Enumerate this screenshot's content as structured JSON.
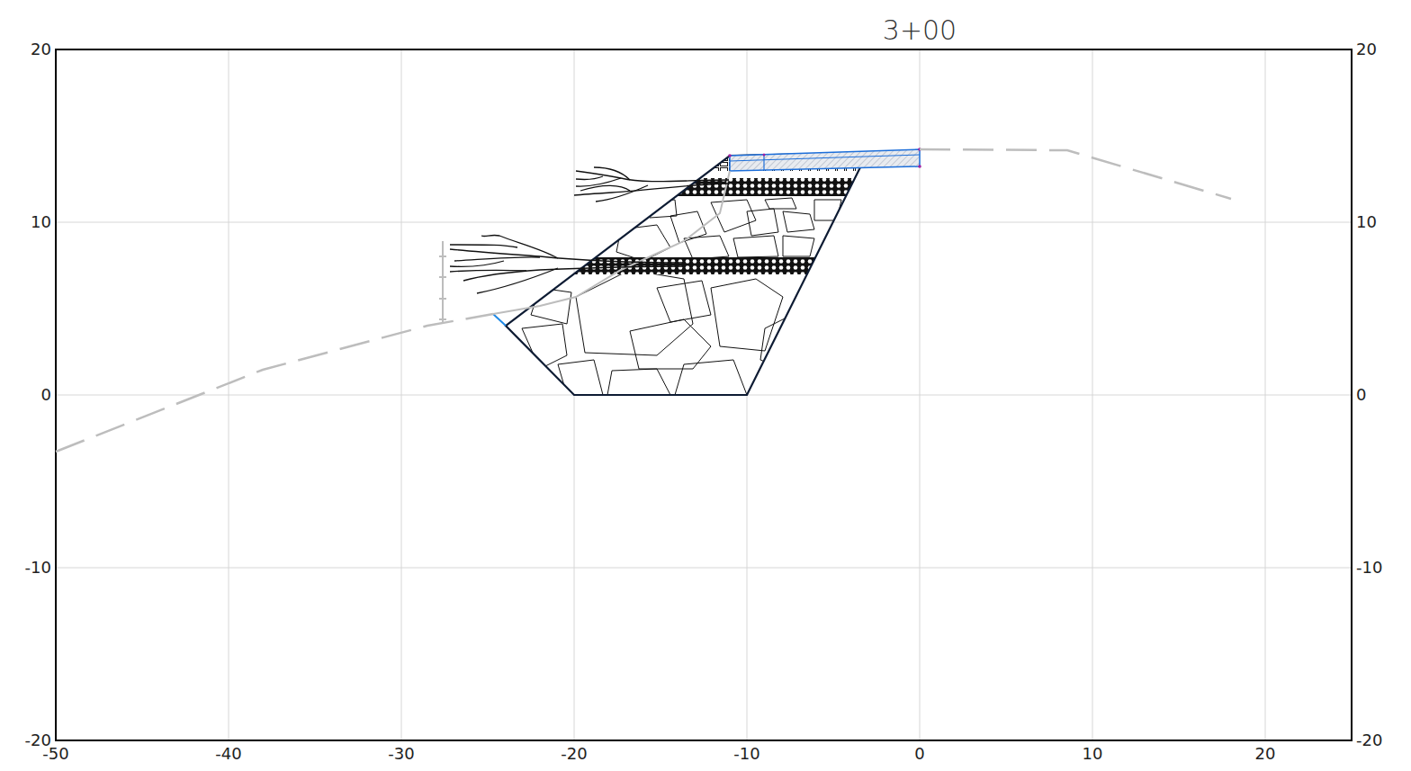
{
  "diagram": {
    "title": "3+00",
    "labels": [
      "20",
      "10",
      "0",
      "-10",
      "-20",
      "20",
      "10",
      "0",
      "-10",
      "-20",
      "-50",
      "-40",
      "-30",
      "-20",
      "-10",
      "0",
      "10",
      "20"
    ]
  }
}
